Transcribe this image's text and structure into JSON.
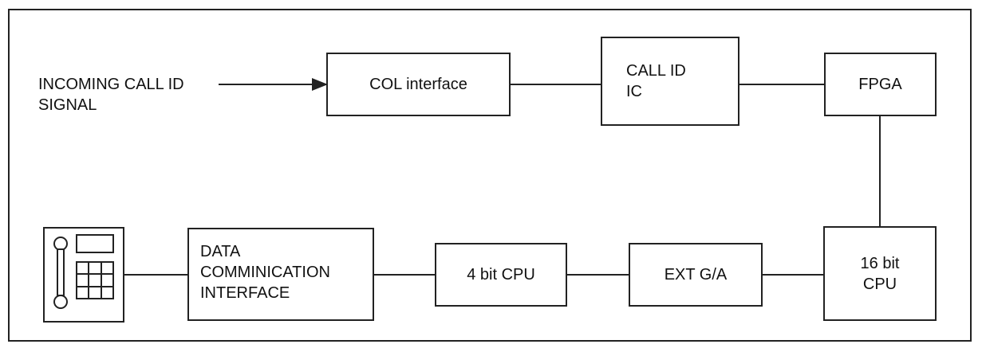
{
  "diagram": {
    "input_signal_label": "INCOMING CALL ID\nSIGNAL",
    "blocks": {
      "col_interface": "COL interface",
      "call_id_ic": "CALL ID\nIC",
      "fpga": "FPGA",
      "cpu_16bit": "16 bit\nCPU",
      "ext_ga": "EXT G/A",
      "cpu_4bit": "4 bit CPU",
      "data_comm_interface": "DATA\nCOMMINICATION\nINTERFACE"
    },
    "telephone_icon": "telephone-icon"
  }
}
